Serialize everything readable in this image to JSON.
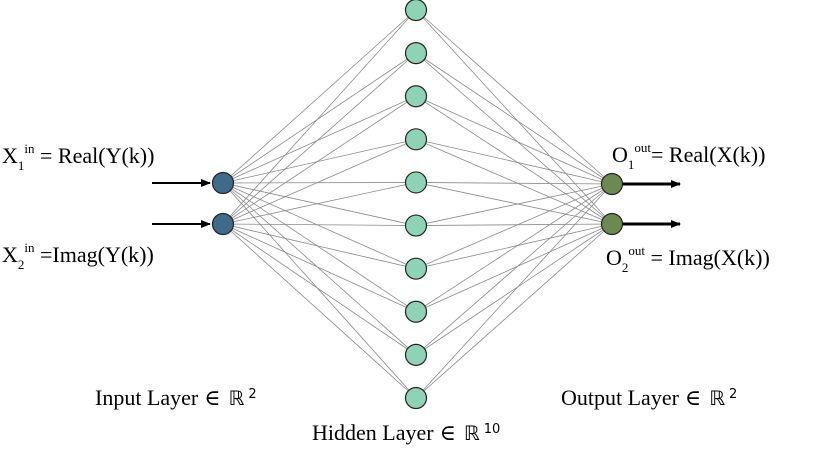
{
  "network": {
    "input_nodes": 2,
    "hidden_nodes": 10,
    "output_nodes": 2,
    "colors": {
      "input": "#3e6b8a",
      "hidden": "#8fd3b6",
      "output": "#6b8a4f",
      "connection": "#8a8a8a"
    }
  },
  "labels": {
    "in1": {
      "var": "X",
      "sub": "1",
      "sup": "in",
      "rhs": " = Real(Y(k))"
    },
    "in2": {
      "var": "X",
      "sub": "2",
      "sup": "in",
      "rhs": " =Imag(Y(k))"
    },
    "out1": {
      "var": "O",
      "sub": "1",
      "sup": "out",
      "rhs": "= Real(X(k))"
    },
    "out2": {
      "var": "O",
      "sub": "2",
      "sup": "out",
      "rhs": " = Imag(X(k))"
    }
  },
  "layers": {
    "input": {
      "text": "Input Layer",
      "symbol": "∈",
      "space": "ℝ",
      "dim": "2"
    },
    "hidden": {
      "text": "Hidden Layer",
      "symbol": "∈",
      "space": "ℝ",
      "dim": "10"
    },
    "output": {
      "text": "Output Layer",
      "symbol": "∈",
      "space": "ℝ",
      "dim": "2"
    }
  }
}
